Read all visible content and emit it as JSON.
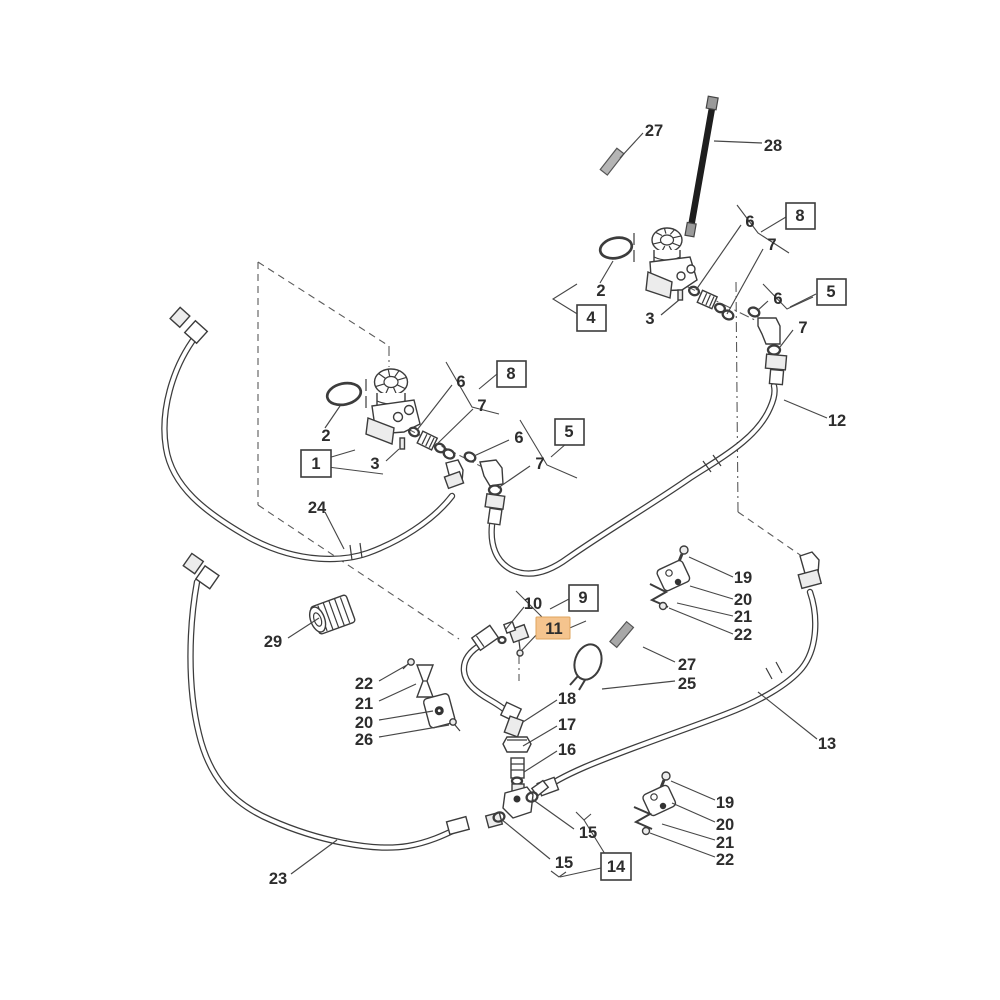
{
  "diagram": {
    "type": "parts-exploded-diagram",
    "description": "Exploded parts diagram: master cylinders, hydraulic hoses, elbow fittings, O-rings, clamps and pins with numbered callouts",
    "colors": {
      "line": "#404040",
      "background": "#ffffff",
      "highlight_fill": "#f5c48e",
      "highlight_text": "#c4761f",
      "highlight_border": "#e2a35c"
    },
    "labels": {
      "c1": "1",
      "c2a": "2",
      "c2b": "2",
      "c3a": "3",
      "c3b": "3",
      "c4": "4",
      "c5a": "5",
      "c5b": "5",
      "c6a": "6",
      "c6b": "6",
      "c6c": "6",
      "c6d": "6",
      "c7a": "7",
      "c7b": "7",
      "c7c": "7",
      "c7d": "7",
      "c8a": "8",
      "c8b": "8",
      "c9": "9",
      "c10": "10",
      "c11": "11",
      "c12": "12",
      "c13": "13",
      "c14": "14",
      "c15a": "15",
      "c15b": "15",
      "c16": "16",
      "c17": "17",
      "c18": "18",
      "c19a": "19",
      "c19b": "19",
      "c20a": "20",
      "c20b": "20",
      "c20c": "20",
      "c21a": "21",
      "c21b": "21",
      "c21c": "21",
      "c22a": "22",
      "c22b": "22",
      "c22c": "22",
      "c23": "23",
      "c24": "24",
      "c25": "25",
      "c26": "26",
      "c27a": "27",
      "c27b": "27",
      "c28": "28",
      "c29": "29"
    },
    "highlighted_item": "11"
  }
}
